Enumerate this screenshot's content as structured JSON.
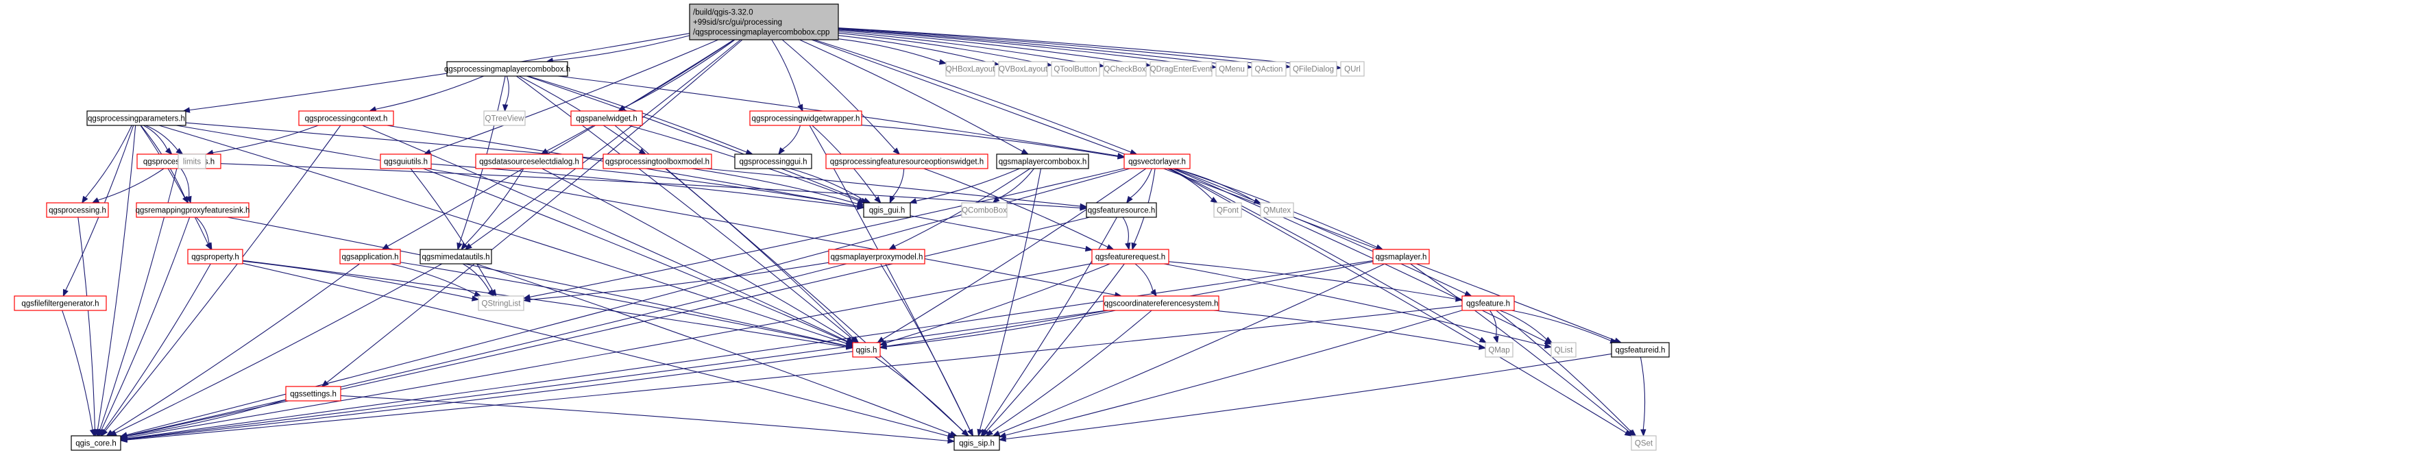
{
  "colors": {
    "edge": "#191970",
    "root_fill": "#bfbfbf",
    "default_border": "#000000",
    "linked_border": "#ff0000",
    "external_border": "#bfbfbf",
    "external_text": "#7f7f7f",
    "node_fill": "#ffffff"
  },
  "nodes": [
    {
      "id": "root",
      "label": [
        "/build/qgis-3.32.0",
        "+99sid/src/gui/processing",
        "/qgsprocessingmaplayercombobox.cpp"
      ],
      "kind": "root"
    },
    {
      "id": "qgsprocessingmaplayercombobox_h",
      "label": [
        "qgsprocessingmaplayercombobox.h"
      ],
      "kind": "default"
    },
    {
      "id": "qgsprocessingparameters_h",
      "label": [
        "qgsprocessingparameters.h"
      ],
      "kind": "default"
    },
    {
      "id": "qgsprocessingcontext_h",
      "label": [
        "qgsprocessingcontext.h"
      ],
      "kind": "linked"
    },
    {
      "id": "qgspanelwidget_h",
      "label": [
        "qgspanelwidget.h"
      ],
      "kind": "linked"
    },
    {
      "id": "qgsprocessingwidgetwrapper_h",
      "label": [
        "qgsprocessingwidgetwrapper.h"
      ],
      "kind": "linked"
    },
    {
      "id": "qgsprocessingutils_h",
      "label": [
        "qgsprocessingutils.h"
      ],
      "kind": "linked"
    },
    {
      "id": "qgsguiutils_h",
      "label": [
        "qgsguiutils.h"
      ],
      "kind": "linked"
    },
    {
      "id": "qgsdatasourceselectdialog_h",
      "label": [
        "qgsdatasourceselectdialog.h"
      ],
      "kind": "linked"
    },
    {
      "id": "qgsprocessingtoolboxmodel_h",
      "label": [
        "qgsprocessingtoolboxmodel.h"
      ],
      "kind": "linked"
    },
    {
      "id": "qgsprocessinggui_h",
      "label": [
        "qgsprocessinggui.h"
      ],
      "kind": "default"
    },
    {
      "id": "qgsprocessingfeaturesourceoptionswidget_h",
      "label": [
        "qgsprocessingfeaturesourceoptionswidget.h"
      ],
      "kind": "linked"
    },
    {
      "id": "qgsmaplayercombobox_h",
      "label": [
        "qgsmaplayercombobox.h"
      ],
      "kind": "default"
    },
    {
      "id": "qgsvectorlayer_h",
      "label": [
        "qgsvectorlayer.h"
      ],
      "kind": "linked"
    },
    {
      "id": "qgsprocessing_h",
      "label": [
        "qgsprocessing.h"
      ],
      "kind": "linked"
    },
    {
      "id": "qgsremappingproxyfeaturesink_h",
      "label": [
        "qgsremappingproxyfeaturesink.h"
      ],
      "kind": "linked"
    },
    {
      "id": "qgis_gui_h",
      "label": [
        "qgis_gui.h"
      ],
      "kind": "default"
    },
    {
      "id": "qgsfeaturesource_h",
      "label": [
        "qgsfeaturesource.h"
      ],
      "kind": "default"
    },
    {
      "id": "qgsmaplayerproxymodel_h",
      "label": [
        "qgsmaplayerproxymodel.h"
      ],
      "kind": "linked"
    },
    {
      "id": "qgsproperty_h",
      "label": [
        "qgsproperty.h"
      ],
      "kind": "linked"
    },
    {
      "id": "qgsapplication_h",
      "label": [
        "qgsapplication.h"
      ],
      "kind": "linked"
    },
    {
      "id": "qgsmimedatautils_h",
      "label": [
        "qgsmimedatautils.h"
      ],
      "kind": "default"
    },
    {
      "id": "qgsfeaturerequest_h",
      "label": [
        "qgsfeaturerequest.h"
      ],
      "kind": "linked"
    },
    {
      "id": "qgsmaplayer_h",
      "label": [
        "qgsmaplayer.h"
      ],
      "kind": "linked"
    },
    {
      "id": "qgsfilefiltergenerator_h",
      "label": [
        "qgsfilefiltergenerator.h"
      ],
      "kind": "linked"
    },
    {
      "id": "qgscoordinatereferencesystem_h",
      "label": [
        "qgscoordinatereferencesystem.h"
      ],
      "kind": "linked"
    },
    {
      "id": "qgsfeature_h",
      "label": [
        "qgsfeature.h"
      ],
      "kind": "linked"
    },
    {
      "id": "qgsfeatureid_h",
      "label": [
        "qgsfeatureid.h"
      ],
      "kind": "default"
    },
    {
      "id": "qgis_h",
      "label": [
        "qgis.h"
      ],
      "kind": "linked"
    },
    {
      "id": "qgssettings_h",
      "label": [
        "qgssettings.h"
      ],
      "kind": "linked"
    },
    {
      "id": "qgis_core_h",
      "label": [
        "qgis_core.h"
      ],
      "kind": "default"
    },
    {
      "id": "qgis_sip_h",
      "label": [
        "qgis_sip.h"
      ],
      "kind": "default"
    },
    {
      "id": "QHBoxLayout",
      "label": [
        "QHBoxLayout"
      ],
      "kind": "external"
    },
    {
      "id": "QVBoxLayout",
      "label": [
        "QVBoxLayout"
      ],
      "kind": "external"
    },
    {
      "id": "QToolButton",
      "label": [
        "QToolButton"
      ],
      "kind": "external"
    },
    {
      "id": "QCheckBox",
      "label": [
        "QCheckBox"
      ],
      "kind": "external"
    },
    {
      "id": "QDragEnterEvent",
      "label": [
        "QDragEnterEvent"
      ],
      "kind": "external"
    },
    {
      "id": "QMenu",
      "label": [
        "QMenu"
      ],
      "kind": "external"
    },
    {
      "id": "QAction",
      "label": [
        "QAction"
      ],
      "kind": "external"
    },
    {
      "id": "QFileDialog",
      "label": [
        "QFileDialog"
      ],
      "kind": "external"
    },
    {
      "id": "QUrl",
      "label": [
        "QUrl"
      ],
      "kind": "external"
    },
    {
      "id": "QTreeView",
      "label": [
        "QTreeView"
      ],
      "kind": "external"
    },
    {
      "id": "limits",
      "label": [
        "limits"
      ],
      "kind": "external"
    },
    {
      "id": "QComboBox",
      "label": [
        "QComboBox"
      ],
      "kind": "external"
    },
    {
      "id": "QFont",
      "label": [
        "QFont"
      ],
      "kind": "external"
    },
    {
      "id": "QMutex",
      "label": [
        "QMutex"
      ],
      "kind": "external"
    },
    {
      "id": "QStringList",
      "label": [
        "QStringList"
      ],
      "kind": "external"
    },
    {
      "id": "QMap",
      "label": [
        "QMap"
      ],
      "kind": "external"
    },
    {
      "id": "QList",
      "label": [
        "QList"
      ],
      "kind": "external"
    },
    {
      "id": "QSet",
      "label": [
        "QSet"
      ],
      "kind": "external"
    }
  ],
  "edges": [
    [
      "root",
      "qgsprocessingmaplayercombobox_h"
    ],
    [
      "root",
      "qgsprocessingparameters_h"
    ],
    [
      "root",
      "qgspanelwidget_h"
    ],
    [
      "root",
      "qgsprocessingwidgetwrapper_h"
    ],
    [
      "root",
      "qgsguiutils_h"
    ],
    [
      "root",
      "qgsdatasourceselectdialog_h"
    ],
    [
      "root",
      "qgsprocessingfeaturesourceoptionswidget_h"
    ],
    [
      "root",
      "qgsmaplayercombobox_h"
    ],
    [
      "root",
      "qgsvectorlayer_h"
    ],
    [
      "root",
      "qgsapplication_h"
    ],
    [
      "root",
      "qgsmimedatautils_h"
    ],
    [
      "root",
      "qgssettings_h"
    ],
    [
      "root",
      "qgsfeatureid_h"
    ],
    [
      "root",
      "QHBoxLayout"
    ],
    [
      "root",
      "QVBoxLayout"
    ],
    [
      "root",
      "QToolButton"
    ],
    [
      "root",
      "QCheckBox"
    ],
    [
      "root",
      "QDragEnterEvent"
    ],
    [
      "root",
      "QMenu"
    ],
    [
      "root",
      "QAction"
    ],
    [
      "root",
      "QFileDialog"
    ],
    [
      "root",
      "QUrl"
    ],
    [
      "qgsprocessingmaplayercombobox_h",
      "qgsprocessingcontext_h"
    ],
    [
      "qgsprocessingmaplayercombobox_h",
      "QTreeView"
    ],
    [
      "qgsprocessingmaplayercombobox_h",
      "qgsprocessingtoolboxmodel_h"
    ],
    [
      "qgsprocessingmaplayercombobox_h",
      "qgsprocessinggui_h"
    ],
    [
      "qgsprocessingmaplayercombobox_h",
      "qgis_gui_h"
    ],
    [
      "qgsprocessingmaplayercombobox_h",
      "qgsmimedatautils_h"
    ],
    [
      "qgsprocessingmaplayercombobox_h",
      "qgis_h"
    ],
    [
      "qgsprocessingmaplayercombobox_h",
      "qgsvectorlayer_h"
    ],
    [
      "qgsprocessingparameters_h",
      "limits"
    ],
    [
      "qgsprocessingparameters_h",
      "qgsprocessingutils_h"
    ],
    [
      "qgsprocessingparameters_h",
      "qgsprocessing_h"
    ],
    [
      "qgsprocessingparameters_h",
      "qgsremappingproxyfeaturesink_h"
    ],
    [
      "qgsprocessingparameters_h",
      "qgsproperty_h"
    ],
    [
      "qgsprocessingparameters_h",
      "qgsfilefiltergenerator_h"
    ],
    [
      "qgsprocessingparameters_h",
      "qgscoordinatereferencesystem_h"
    ],
    [
      "qgsprocessingparameters_h",
      "qgsfeaturesource_h"
    ],
    [
      "qgsprocessingparameters_h",
      "qgis_h"
    ],
    [
      "qgsprocessingparameters_h",
      "qgis_core_h"
    ],
    [
      "qgsprocessingcontext_h",
      "qgsprocessingutils_h"
    ],
    [
      "qgsprocessingcontext_h",
      "qgsfeaturerequest_h"
    ],
    [
      "qgsprocessingcontext_h",
      "qgis_core_h"
    ],
    [
      "qgsprocessingcontext_h",
      "qgis_h"
    ],
    [
      "qgspanelwidget_h",
      "qgis_gui_h"
    ],
    [
      "qgspanelwidget_h",
      "qgis_sip_h"
    ],
    [
      "qgsprocessingwidgetwrapper_h",
      "qgsprocessinggui_h"
    ],
    [
      "qgsprocessingwidgetwrapper_h",
      "qgsvectorlayer_h"
    ],
    [
      "qgsprocessingwidgetwrapper_h",
      "qgis_gui_h"
    ],
    [
      "qgsprocessingwidgetwrapper_h",
      "qgis_sip_h"
    ],
    [
      "qgsprocessingutils_h",
      "qgsprocessing_h"
    ],
    [
      "qgsprocessingutils_h",
      "qgsremappingproxyfeaturesink_h"
    ],
    [
      "qgsprocessingutils_h",
      "qgsfeaturesource_h"
    ],
    [
      "qgsprocessingutils_h",
      "qgis_core_h"
    ],
    [
      "qgsguiutils_h",
      "qgis_gui_h"
    ],
    [
      "qgsguiutils_h",
      "QStringList"
    ],
    [
      "qgsguiutils_h",
      "qgis_h"
    ],
    [
      "qgsdatasourceselectdialog_h",
      "qgsmimedatautils_h"
    ],
    [
      "qgsdatasourceselectdialog_h",
      "qgis_gui_h"
    ],
    [
      "qgsdatasourceselectdialog_h",
      "qgis_h"
    ],
    [
      "qgsprocessingtoolboxmodel_h",
      "qgis_gui_h"
    ],
    [
      "qgsprocessingtoolboxmodel_h",
      "qgis_h"
    ],
    [
      "qgsprocessinggui_h",
      "qgis_gui_h"
    ],
    [
      "qgsprocessingfeaturesourceoptionswidget_h",
      "qgis_gui_h"
    ],
    [
      "qgsprocessingfeaturesourceoptionswidget_h",
      "qgsfeaturerequest_h"
    ],
    [
      "qgsmaplayercombobox_h",
      "QComboBox"
    ],
    [
      "qgsmaplayercombobox_h",
      "qgsmaplayerproxymodel_h"
    ],
    [
      "qgsmaplayercombobox_h",
      "qgis_gui_h"
    ],
    [
      "qgsmaplayercombobox_h",
      "qgis_sip_h"
    ],
    [
      "qgsvectorlayer_h",
      "qgis_core_h"
    ],
    [
      "qgsvectorlayer_h",
      "QMap"
    ],
    [
      "qgsvectorlayer_h",
      "QSet"
    ],
    [
      "qgsvectorlayer_h",
      "QList"
    ],
    [
      "qgsvectorlayer_h",
      "QStringList"
    ],
    [
      "qgsvectorlayer_h",
      "QFont"
    ],
    [
      "qgsvectorlayer_h",
      "QMutex"
    ],
    [
      "qgsvectorlayer_h",
      "qgis_h"
    ],
    [
      "qgsvectorlayer_h",
      "qgsmaplayer_h"
    ],
    [
      "qgsvectorlayer_h",
      "qgsfeature_h"
    ],
    [
      "qgsvectorlayer_h",
      "qgsfeaturerequest_h"
    ],
    [
      "qgsvectorlayer_h",
      "qgsfeaturesource_h"
    ],
    [
      "qgsprocessing_h",
      "qgis_core_h"
    ],
    [
      "qgsremappingproxyfeaturesink_h",
      "qgsproperty_h"
    ],
    [
      "qgsremappingproxyfeaturesink_h",
      "qgis_core_h"
    ],
    [
      "qgsremappingproxyfeaturesink_h",
      "qgis_h"
    ],
    [
      "qgsfeaturesource_h",
      "qgsfeaturerequest_h"
    ],
    [
      "qgsfeaturesource_h",
      "qgis_core_h"
    ],
    [
      "qgsfeaturesource_h",
      "qgis_sip_h"
    ],
    [
      "qgsmaplayerproxymodel_h",
      "QStringList"
    ],
    [
      "qgsmaplayerproxymodel_h",
      "qgis_core_h"
    ],
    [
      "qgsmaplayerproxymodel_h",
      "qgis_sip_h"
    ],
    [
      "qgsproperty_h",
      "QStringList"
    ],
    [
      "qgsproperty_h",
      "qgis_core_h"
    ],
    [
      "qgsproperty_h",
      "qgis_h"
    ],
    [
      "qgsproperty_h",
      "qgis_sip_h"
    ],
    [
      "qgsapplication_h",
      "QStringList"
    ],
    [
      "qgsapplication_h",
      "qgis_core_h"
    ],
    [
      "qgsapplication_h",
      "qgis_h"
    ],
    [
      "qgsmimedatautils_h",
      "QStringList"
    ],
    [
      "qgsmimedatautils_h",
      "qgis_core_h"
    ],
    [
      "qgsmimedatautils_h",
      "qgis_sip_h"
    ],
    [
      "qgsfeaturerequest_h",
      "qgscoordinatereferencesystem_h"
    ],
    [
      "qgsfeaturerequest_h",
      "qgsfeature_h"
    ],
    [
      "qgsfeaturerequest_h",
      "QList"
    ],
    [
      "qgsfeaturerequest_h",
      "qgis_core_h"
    ],
    [
      "qgsfeaturerequest_h",
      "qgis_sip_h"
    ],
    [
      "qgsfeaturerequest_h",
      "qgis_h"
    ],
    [
      "qgsmaplayer_h",
      "QSet"
    ],
    [
      "qgsmaplayer_h",
      "qgis_core_h"
    ],
    [
      "qgsmaplayer_h",
      "qgis_sip_h"
    ],
    [
      "qgsmaplayer_h",
      "qgis_h"
    ],
    [
      "qgsfilefiltergenerator_h",
      "qgis_core_h"
    ],
    [
      "qgscoordinatereferencesystem_h",
      "QMap"
    ],
    [
      "qgscoordinatereferencesystem_h",
      "qgis_core_h"
    ],
    [
      "qgscoordinatereferencesystem_h",
      "qgis_sip_h"
    ],
    [
      "qgscoordinatereferencesystem_h",
      "qgis_h"
    ],
    [
      "qgsfeature_h",
      "QMap"
    ],
    [
      "qgsfeature_h",
      "QList"
    ],
    [
      "qgsfeature_h",
      "QSet"
    ],
    [
      "qgsfeature_h",
      "qgsfeatureid_h"
    ],
    [
      "qgsfeature_h",
      "qgis_core_h"
    ],
    [
      "qgsfeature_h",
      "qgis_sip_h"
    ],
    [
      "qgsfeatureid_h",
      "QSet"
    ],
    [
      "qgsfeatureid_h",
      "qgis_sip_h"
    ],
    [
      "qgis_h",
      "qgis_core_h"
    ],
    [
      "qgis_h",
      "qgis_sip_h"
    ],
    [
      "qgssettings_h",
      "qgis_core_h"
    ],
    [
      "qgssettings_h",
      "qgis_sip_h"
    ]
  ]
}
